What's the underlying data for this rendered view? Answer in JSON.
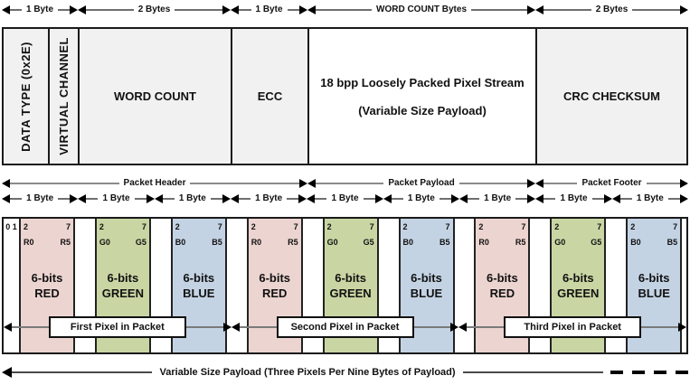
{
  "byte_width_arrows": [
    {
      "label": "1 Byte"
    },
    {
      "label": "2 Bytes"
    },
    {
      "label": "1 Byte"
    },
    {
      "label": "WORD COUNT Bytes"
    },
    {
      "label": "2 Bytes"
    }
  ],
  "section_arrows": [
    {
      "label": "Packet Header"
    },
    {
      "label": "Packet Payload"
    },
    {
      "label": "Packet Footer"
    }
  ],
  "payload_byte_arrows": [
    {
      "label": "1 Byte"
    },
    {
      "label": "1 Byte"
    },
    {
      "label": "1 Byte"
    },
    {
      "label": "1 Byte"
    },
    {
      "label": "1 Byte"
    },
    {
      "label": "1 Byte"
    },
    {
      "label": "1 Byte"
    },
    {
      "label": "1 Byte"
    },
    {
      "label": "1 Byte"
    }
  ],
  "packet_fields": {
    "data_type": {
      "label": "DATA TYPE (0x2E)"
    },
    "virtual_channel": {
      "label": "VIRTUAL CHANNEL"
    },
    "word_count": {
      "label": "WORD COUNT"
    },
    "ecc": {
      "label": "ECC"
    },
    "payload": {
      "label": "18 bpp Loosely Packed Pixel Stream",
      "sublabel": "(Variable Size Payload)"
    },
    "crc": {
      "label": "CRC CHECKSUM"
    }
  },
  "pixel_stream": {
    "reserved_bits_label": "0 1",
    "bytes": [
      {
        "bit_low": "2",
        "bit_high": "7",
        "chan_low": "R0",
        "chan_high": "R5",
        "line1": "6-bits",
        "line2": "RED",
        "color_key": "red"
      },
      {
        "bit_low": "2",
        "bit_high": "7",
        "chan_low": "G0",
        "chan_high": "G5",
        "line1": "6-bits",
        "line2": "GREEN",
        "color_key": "green"
      },
      {
        "bit_low": "2",
        "bit_high": "7",
        "chan_low": "B0",
        "chan_high": "B5",
        "line1": "6-bits",
        "line2": "BLUE",
        "color_key": "blue"
      },
      {
        "bit_low": "2",
        "bit_high": "7",
        "chan_low": "R0",
        "chan_high": "R5",
        "line1": "6-bits",
        "line2": "RED",
        "color_key": "red"
      },
      {
        "bit_low": "2",
        "bit_high": "7",
        "chan_low": "G0",
        "chan_high": "G5",
        "line1": "6-bits",
        "line2": "GREEN",
        "color_key": "green"
      },
      {
        "bit_low": "2",
        "bit_high": "7",
        "chan_low": "B0",
        "chan_high": "B5",
        "line1": "6-bits",
        "line2": "BLUE",
        "color_key": "blue"
      },
      {
        "bit_low": "2",
        "bit_high": "7",
        "chan_low": "R0",
        "chan_high": "R5",
        "line1": "6-bits",
        "line2": "RED",
        "color_key": "red"
      },
      {
        "bit_low": "2",
        "bit_high": "7",
        "chan_low": "G0",
        "chan_high": "G5",
        "line1": "6-bits",
        "line2": "GREEN",
        "color_key": "green"
      },
      {
        "bit_low": "2",
        "bit_high": "7",
        "chan_low": "B0",
        "chan_high": "B5",
        "line1": "6-bits",
        "line2": "BLUE",
        "color_key": "blue"
      }
    ],
    "pixel_labels": [
      {
        "label": "First Pixel in Packet"
      },
      {
        "label": "Second Pixel in Packet"
      },
      {
        "label": "Third Pixel in Packet"
      }
    ]
  },
  "footer_caption": "Variable Size Payload (Three Pixels Per Nine Bytes of Payload)",
  "colors": {
    "red_byte": "#ecd4d0",
    "green_byte": "#c9d6a3",
    "blue_byte": "#c4d3e4",
    "field_fill": "#f1f1f1",
    "payload_fill": "#ffffff",
    "border": "#1a1a1a",
    "arrow_line": "#6f6f6f",
    "arrowhead": "#000000"
  }
}
